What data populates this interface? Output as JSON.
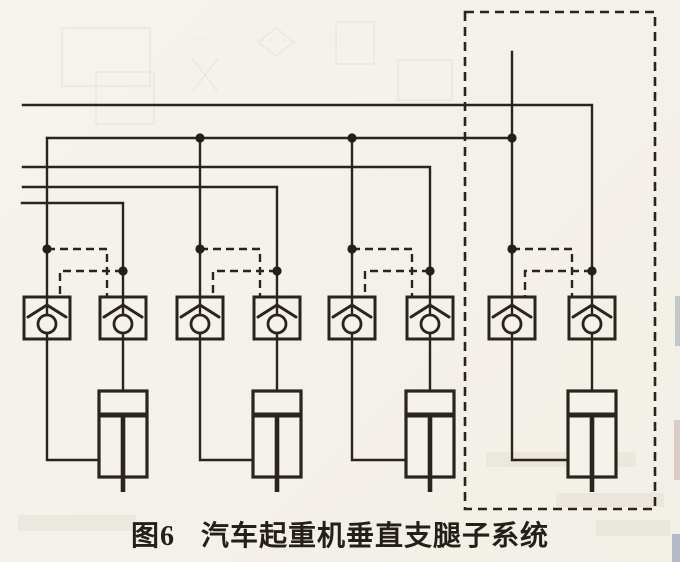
{
  "caption": {
    "figure_label": "图6",
    "title": "汽车起重机垂直支腿子系统"
  },
  "diagram": {
    "kind": "hydraulic-schematic",
    "symbols": {
      "check_valve_icon": "circle seated under chevron inside square (pilot-operated check valve)",
      "cylinder_icon": "rectangle with piston line and rod (hydraulic cylinder)",
      "junction_dot": "filled circle line junction",
      "pilot_line": "dashed control line",
      "enclosure": "dashed rectangle around fourth outrigger group"
    },
    "counts": {
      "outrigger_groups": 4,
      "check_valves": 8,
      "cylinders": 4,
      "supply_lines": 5
    }
  },
  "colors": {
    "line": "#2a241c",
    "dot": "#241f18",
    "paper": "#f5f2ec",
    "caption_text": "#241f19"
  }
}
